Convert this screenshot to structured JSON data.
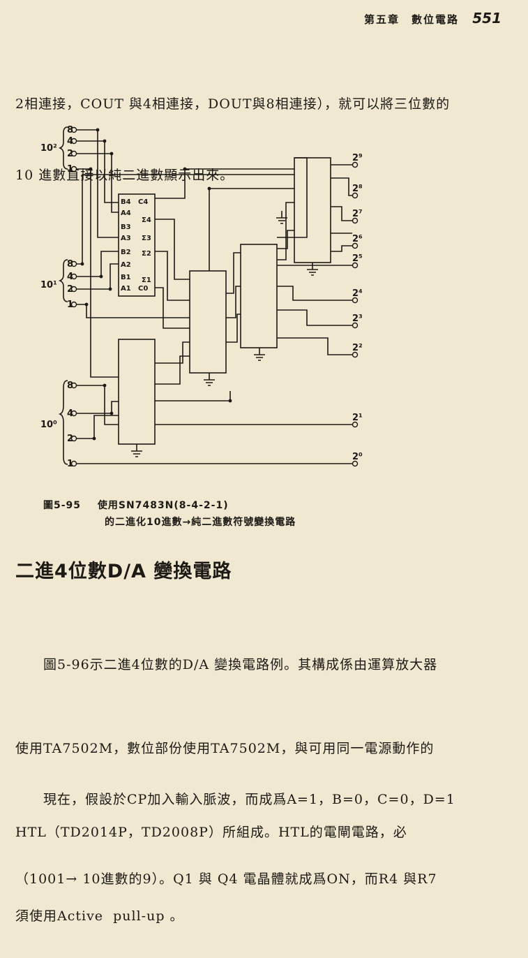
{
  "header": {
    "chapter": "第五章　數位電路",
    "page_number": "551"
  },
  "intro": {
    "line1": "2相連接，COUT 與4相連接，DOUT與8相連接），就可以將三位數的",
    "line2": "10 進數直接以純二進數顯示出來。"
  },
  "circuit": {
    "group_labels": [
      "10²",
      "10¹",
      "10⁰"
    ],
    "input_weights_a": [
      "8",
      "4",
      "2",
      "1"
    ],
    "input_weights_b": [
      "8",
      "4",
      "2",
      "1"
    ],
    "input_weights_c": [
      "8",
      "4",
      "2",
      "1"
    ],
    "outputs": [
      "2⁹",
      "2⁸",
      "2⁷",
      "2⁶",
      "2⁵",
      "2⁴",
      "2³",
      "2²",
      "2¹",
      "2⁰"
    ],
    "chip_pins_left": [
      "B4",
      "A4",
      "B3",
      "A3",
      "B2",
      "A2",
      "B1",
      "A1"
    ],
    "chip_pins_right": [
      "C4",
      "Σ4",
      "Σ3",
      "Σ2",
      "Σ1",
      "C0"
    ]
  },
  "figure": {
    "number": "圖5-95",
    "caption_line1": "使用SN7483N(8-4-2-1)",
    "caption_line2": "的二進化10進數→純二進數符號變換電路"
  },
  "section": {
    "title": "二進4位數D/A 變換電路"
  },
  "body": {
    "p1_line1": "圖5-96示二進4位數的D/A 變換電路例。其構成係由運算放大器",
    "p1_line2": "使用TA7502M，數位部份使用TA7502M，與可用同一電源動作的",
    "p1_line3": "HTL（TD2014P，TD2008P）所組成。HTL的電閘電路，必",
    "p1_line4": "須使用Active  pull-up 。",
    "p2_line1": "現在，假設於CP加入輸入脈波，而成爲A=1，B=0，C=0，D=1",
    "p2_line2": "（1001→ 10進數的9）。Q1 與 Q4 電晶體就成爲ON，而R4 與R7"
  }
}
